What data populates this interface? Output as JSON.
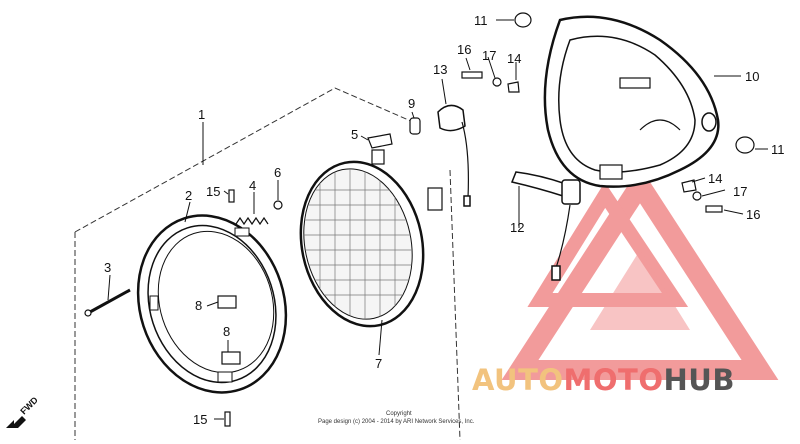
{
  "callouts": [
    "1",
    "2",
    "3",
    "4",
    "5",
    "6",
    "7",
    "8",
    "8",
    "9",
    "10",
    "11",
    "11",
    "12",
    "13",
    "14",
    "14",
    "15",
    "15",
    "16",
    "16",
    "17",
    "17"
  ],
  "watermark": {
    "part1": "AUTO",
    "part2": "MOTO",
    "part3": "HUB",
    "colors": {
      "auto": "#F2C37E",
      "moto": "#EF6E6E",
      "hub": "#555555",
      "logo": "#F08A8A"
    }
  },
  "copyright": {
    "line1": "Copyright",
    "line2": "Page design (c) 2004 - 2014 by ARI Network Services, Inc."
  },
  "direction_label": "FWD"
}
